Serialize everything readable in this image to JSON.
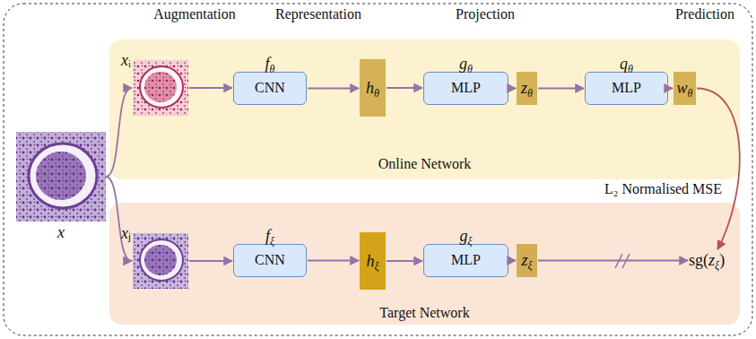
{
  "diagram": {
    "nodes": [
      {
        "text": [
          "Online Network"
        ]
      },
      {
        "text": [
          "xᵢ"
        ],
        "in": 0
      },
      {
        "text": [
          "fθ",
          "CNN"
        ],
        "in": 0
      },
      {
        "text": [
          "hθ"
        ],
        "in": 0
      },
      {
        "text": [
          "gθ",
          "MLP"
        ],
        "in": 0
      },
      {
        "text": [
          "zθ"
        ],
        "in": 0
      },
      {
        "text": [
          "qθ",
          "MLP"
        ],
        "in": 0
      },
      {
        "text": [
          "wθ"
        ],
        "in": 0
      },
      {
        "text": [
          "x"
        ]
      },
      {
        "text": [
          "Target Network"
        ]
      },
      {
        "text": [
          "xⱼ"
        ],
        "in": 9
      },
      {
        "text": [
          "fξ",
          "CNN"
        ],
        "in": 9
      },
      {
        "text": [
          "hξ"
        ],
        "in": 9
      },
      {
        "text": [
          "gξ",
          "MLP"
        ],
        "in": 9
      },
      {
        "text": [
          "zξ"
        ],
        "in": 9
      },
      {
        "text": [
          "sg(zξ)"
        ],
        "in": 9
      }
    ],
    "edges": [
      {
        "from": 8,
        "to": 1,
        "arrow": "to"
      },
      {
        "from": 8,
        "to": 10,
        "arrow": "to"
      },
      {
        "from": 1,
        "to": 2,
        "arrow": "to"
      },
      {
        "from": 2,
        "to": 3,
        "arrow": "to"
      },
      {
        "from": 3,
        "to": 4,
        "arrow": "to"
      },
      {
        "from": 4,
        "to": 5,
        "arrow": "to"
      },
      {
        "from": 5,
        "to": 6,
        "arrow": "to"
      },
      {
        "from": 6,
        "to": 7,
        "arrow": "to"
      },
      {
        "from": 10,
        "to": 11,
        "arrow": "to"
      },
      {
        "from": 11,
        "to": 12,
        "arrow": "to"
      },
      {
        "from": 12,
        "to": 13,
        "arrow": "to"
      },
      {
        "from": 13,
        "to": 14,
        "arrow": "to"
      },
      {
        "from": 14,
        "to": 15,
        "arrow": "to"
      },
      {
        "from": 7,
        "to": 15,
        "arrow": "to"
      }
    ],
    "labels": [
      "Augmentation",
      "Representation",
      "Projection",
      "Prediction",
      "L₂ Normalised MSE"
    ]
  }
}
